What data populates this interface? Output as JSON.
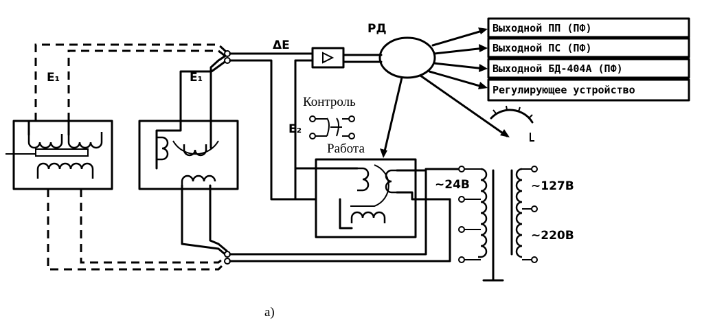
{
  "labels": {
    "delta_e": "ΔE",
    "rd": "РД",
    "e1_left": "E₁",
    "e1_right": "E₁",
    "e2": "E₂",
    "control": "Контроль",
    "work": "Работа",
    "v24": "~24В",
    "v127": "~127В",
    "v220": "~220В",
    "caption": "а)"
  },
  "outputs": [
    "Выходной ПП (ПФ)",
    "Выходной ПС (ПФ)",
    "Выходной БД-404А (ПФ)",
    "Регулирующее устройство"
  ]
}
